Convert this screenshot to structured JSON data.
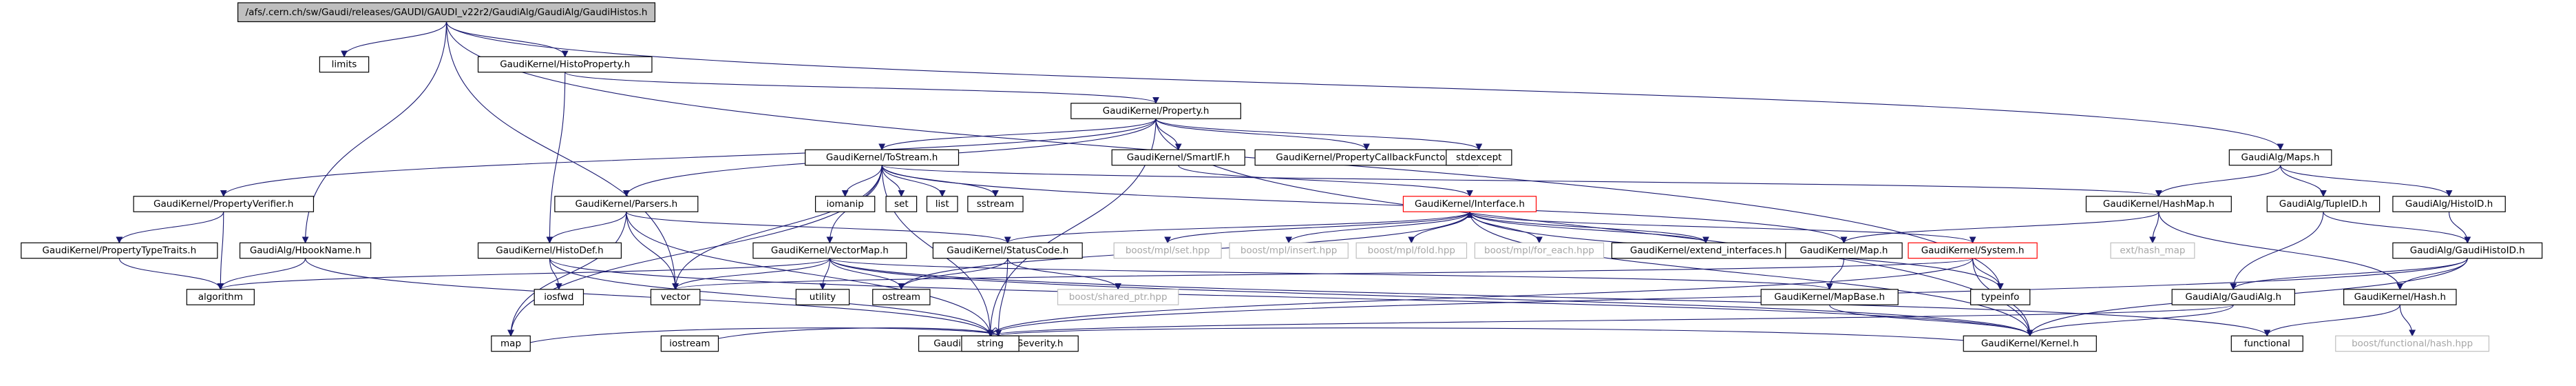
{
  "colors": {
    "edge": "#191970",
    "node_border": "#000000",
    "root_fill": "#bfbfbf",
    "node_fill": "#ffffff",
    "text": "#000000",
    "undocumented_border": "#bfbfbf",
    "undocumented_text": "#a6a6a6",
    "highlight_border": "#ff0000"
  },
  "nodes": [
    {
      "id": "root",
      "label": "/afs/.cern.ch/sw/Gaudi/releases/GAUDI/GAUDI_v22r2/GaudiAlg/GaudiAlg/GaudiHistos.h",
      "style": "root"
    },
    {
      "id": "limits",
      "label": "limits"
    },
    {
      "id": "histoprop",
      "label": "GaudiKernel/HistoProperty.h"
    },
    {
      "id": "property",
      "label": "GaudiKernel/Property.h"
    },
    {
      "id": "tostream",
      "label": "GaudiKernel/ToStream.h"
    },
    {
      "id": "smartif",
      "label": "GaudiKernel/SmartIF.h"
    },
    {
      "id": "propcb",
      "label": "GaudiKernel/PropertyCallbackFunctor.h"
    },
    {
      "id": "stdexcept",
      "label": "stdexcept"
    },
    {
      "id": "maps",
      "label": "GaudiAlg/Maps.h"
    },
    {
      "id": "propverifier",
      "label": "GaudiKernel/PropertyVerifier.h"
    },
    {
      "id": "proptypetraits",
      "label": "GaudiKernel/PropertyTypeTraits.h"
    },
    {
      "id": "hbookname",
      "label": "GaudiAlg/HbookName.h"
    },
    {
      "id": "algorithm",
      "label": "algorithm"
    },
    {
      "id": "parsers",
      "label": "GaudiKernel/Parsers.h"
    },
    {
      "id": "histodef",
      "label": "GaudiKernel/HistoDef.h"
    },
    {
      "id": "iosfwd",
      "label": "iosfwd"
    },
    {
      "id": "iomanip",
      "label": "iomanip"
    },
    {
      "id": "set",
      "label": "set"
    },
    {
      "id": "list",
      "label": "list"
    },
    {
      "id": "sstream",
      "label": "sstream"
    },
    {
      "id": "interface",
      "label": "GaudiKernel/Interface.h",
      "style": "highlight"
    },
    {
      "id": "hashmap",
      "label": "GaudiKernel/HashMap.h"
    },
    {
      "id": "tupleid",
      "label": "GaudiAlg/TupleID.h"
    },
    {
      "id": "histoid",
      "label": "GaudiAlg/HistoID.h"
    },
    {
      "id": "vectormap",
      "label": "GaudiKernel/VectorMap.h"
    },
    {
      "id": "statuscode",
      "label": "GaudiKernel/StatusCode.h"
    },
    {
      "id": "mplset",
      "label": "boost/mpl/set.hpp",
      "style": "undocumented"
    },
    {
      "id": "mplinsert",
      "label": "boost/mpl/insert.hpp",
      "style": "undocumented"
    },
    {
      "id": "mplfold",
      "label": "boost/mpl/fold.hpp",
      "style": "undocumented"
    },
    {
      "id": "mplforeach",
      "label": "boost/mpl/for_each.hpp",
      "style": "undocumented"
    },
    {
      "id": "extendif",
      "label": "GaudiKernel/extend_interfaces.h"
    },
    {
      "id": "mapk",
      "label": "GaudiKernel/Map.h"
    },
    {
      "id": "system",
      "label": "GaudiKernel/System.h",
      "style": "highlight"
    },
    {
      "id": "exthashmap",
      "label": "ext/hash_map",
      "style": "undocumented"
    },
    {
      "id": "gaudihistoid",
      "label": "GaudiAlg/GaudiHistoID.h"
    },
    {
      "id": "vector",
      "label": "vector"
    },
    {
      "id": "utility",
      "label": "utility"
    },
    {
      "id": "ostream",
      "label": "ostream"
    },
    {
      "id": "sharedptr",
      "label": "boost/shared_ptr.hpp",
      "style": "undocumented"
    },
    {
      "id": "mapbase",
      "label": "GaudiKernel/MapBase.h"
    },
    {
      "id": "typeinfo",
      "label": "typeinfo"
    },
    {
      "id": "gaudialg",
      "label": "GaudiAlg/GaudiAlg.h"
    },
    {
      "id": "hashk",
      "label": "GaudiKernel/Hash.h"
    },
    {
      "id": "issueseverity",
      "label": "GaudiKernel/IssueSeverity.h"
    },
    {
      "id": "map",
      "label": "map"
    },
    {
      "id": "iostream",
      "label": "iostream"
    },
    {
      "id": "string",
      "label": "string"
    },
    {
      "id": "kernel",
      "label": "GaudiKernel/Kernel.h"
    },
    {
      "id": "functional",
      "label": "functional"
    },
    {
      "id": "boostfunchash",
      "label": "boost/functional/hash.hpp",
      "style": "undocumented"
    }
  ],
  "edges": [
    [
      "root",
      "limits"
    ],
    [
      "root",
      "histoprop"
    ],
    [
      "root",
      "hbookname"
    ],
    [
      "root",
      "vector"
    ],
    [
      "root",
      "maps"
    ],
    [
      "root",
      "typeinfo"
    ],
    [
      "histoprop",
      "property"
    ],
    [
      "histoprop",
      "histodef"
    ],
    [
      "property",
      "tostream"
    ],
    [
      "property",
      "smartif"
    ],
    [
      "property",
      "propcb"
    ],
    [
      "property",
      "stdexcept"
    ],
    [
      "property",
      "propverifier"
    ],
    [
      "property",
      "parsers"
    ],
    [
      "property",
      "string"
    ],
    [
      "property",
      "kernel"
    ],
    [
      "tostream",
      "iomanip"
    ],
    [
      "tostream",
      "set"
    ],
    [
      "tostream",
      "list"
    ],
    [
      "tostream",
      "sstream"
    ],
    [
      "tostream",
      "map"
    ],
    [
      "tostream",
      "vectormap"
    ],
    [
      "tostream",
      "hashmap"
    ],
    [
      "tostream",
      "vector"
    ],
    [
      "tostream",
      "string"
    ],
    [
      "tostream",
      "mapk"
    ],
    [
      "smartif",
      "interface"
    ],
    [
      "propverifier",
      "proptypetraits"
    ],
    [
      "propverifier",
      "algorithm"
    ],
    [
      "proptypetraits",
      "algorithm"
    ],
    [
      "hbookname",
      "algorithm"
    ],
    [
      "hbookname",
      "string"
    ],
    [
      "parsers",
      "histodef"
    ],
    [
      "parsers",
      "statuscode"
    ],
    [
      "parsers",
      "vector"
    ],
    [
      "parsers",
      "string"
    ],
    [
      "parsers",
      "map"
    ],
    [
      "histodef",
      "iosfwd"
    ],
    [
      "histodef",
      "string"
    ],
    [
      "histodef",
      "kernel"
    ],
    [
      "maps",
      "hashmap"
    ],
    [
      "maps",
      "tupleid"
    ],
    [
      "maps",
      "histoid"
    ],
    [
      "interface",
      "mplset"
    ],
    [
      "interface",
      "mplinsert"
    ],
    [
      "interface",
      "mplfold"
    ],
    [
      "interface",
      "mplforeach"
    ],
    [
      "interface",
      "extendif"
    ],
    [
      "interface",
      "statuscode"
    ],
    [
      "interface",
      "system"
    ],
    [
      "interface",
      "typeinfo"
    ],
    [
      "interface",
      "ostream"
    ],
    [
      "interface",
      "kernel"
    ],
    [
      "extendif",
      "interface"
    ],
    [
      "hashmap",
      "mapk"
    ],
    [
      "hashmap",
      "exthashmap"
    ],
    [
      "hashmap",
      "hashk"
    ],
    [
      "tupleid",
      "gaudialg"
    ],
    [
      "tupleid",
      "gaudihistoid"
    ],
    [
      "histoid",
      "gaudihistoid"
    ],
    [
      "gaudihistoid",
      "gaudialg"
    ],
    [
      "gaudihistoid",
      "hashk"
    ],
    [
      "gaudihistoid",
      "kernel"
    ],
    [
      "gaudihistoid",
      "string"
    ],
    [
      "vectormap",
      "algorithm"
    ],
    [
      "vectormap",
      "utility"
    ],
    [
      "vectormap",
      "ostream"
    ],
    [
      "vectormap",
      "vector"
    ],
    [
      "vectormap",
      "functional"
    ],
    [
      "vectormap",
      "mapbase"
    ],
    [
      "vectormap",
      "kernel"
    ],
    [
      "statuscode",
      "issueseverity"
    ],
    [
      "statuscode",
      "ostream"
    ],
    [
      "statuscode",
      "sharedptr"
    ],
    [
      "mapk",
      "mapbase"
    ],
    [
      "system",
      "kernel"
    ],
    [
      "system",
      "string"
    ],
    [
      "system",
      "vector"
    ],
    [
      "system",
      "typeinfo"
    ],
    [
      "mapbase",
      "kernel"
    ],
    [
      "gaudialg",
      "kernel"
    ],
    [
      "gaudialg",
      "string"
    ],
    [
      "hashk",
      "functional"
    ],
    [
      "hashk",
      "boostfunchash"
    ],
    [
      "issueseverity",
      "map"
    ],
    [
      "issueseverity",
      "iostream"
    ],
    [
      "issueseverity",
      "string"
    ],
    [
      "issueseverity",
      "kernel"
    ]
  ]
}
